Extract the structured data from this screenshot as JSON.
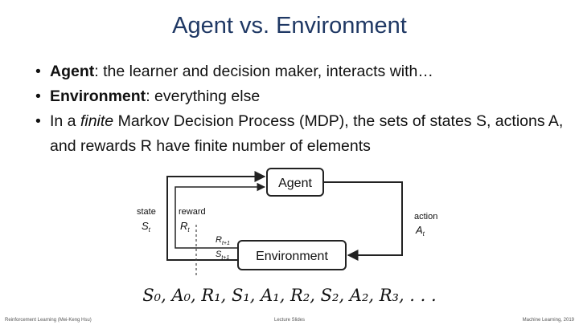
{
  "slide": {
    "title": "Agent vs. Environment",
    "bullets": [
      {
        "term": "Agent",
        "text": ": the learner and decision maker, interacts with…"
      },
      {
        "term": "Environment",
        "text": ": everything else"
      },
      {
        "pre": "In a ",
        "em": "finite",
        "post": " Markov Decision Process (MDP), the sets of states S, actions A, and rewards R have finite number of elements"
      }
    ]
  },
  "diagram": {
    "agent_label": "Agent",
    "environment_label": "Environment",
    "state_label": "state",
    "state_symbol": "S",
    "state_sub": "t",
    "reward_label": "reward",
    "reward_symbol": "R",
    "reward_sub": "t",
    "action_label": "action",
    "action_symbol": "A",
    "action_sub": "t",
    "next_reward_symbol": "R",
    "next_reward_sub": "t+1",
    "next_state_symbol": "S",
    "next_state_sub": "t+1"
  },
  "sequence": "S₀, A₀, R₁, S₁, A₁, R₂, S₂, A₂, R₃, . . .",
  "footer": {
    "left": "Reinforcement Learning (Mei-Keng Hsu)",
    "center": "Lecture Slides",
    "right": "Machine Learning, 2019"
  }
}
